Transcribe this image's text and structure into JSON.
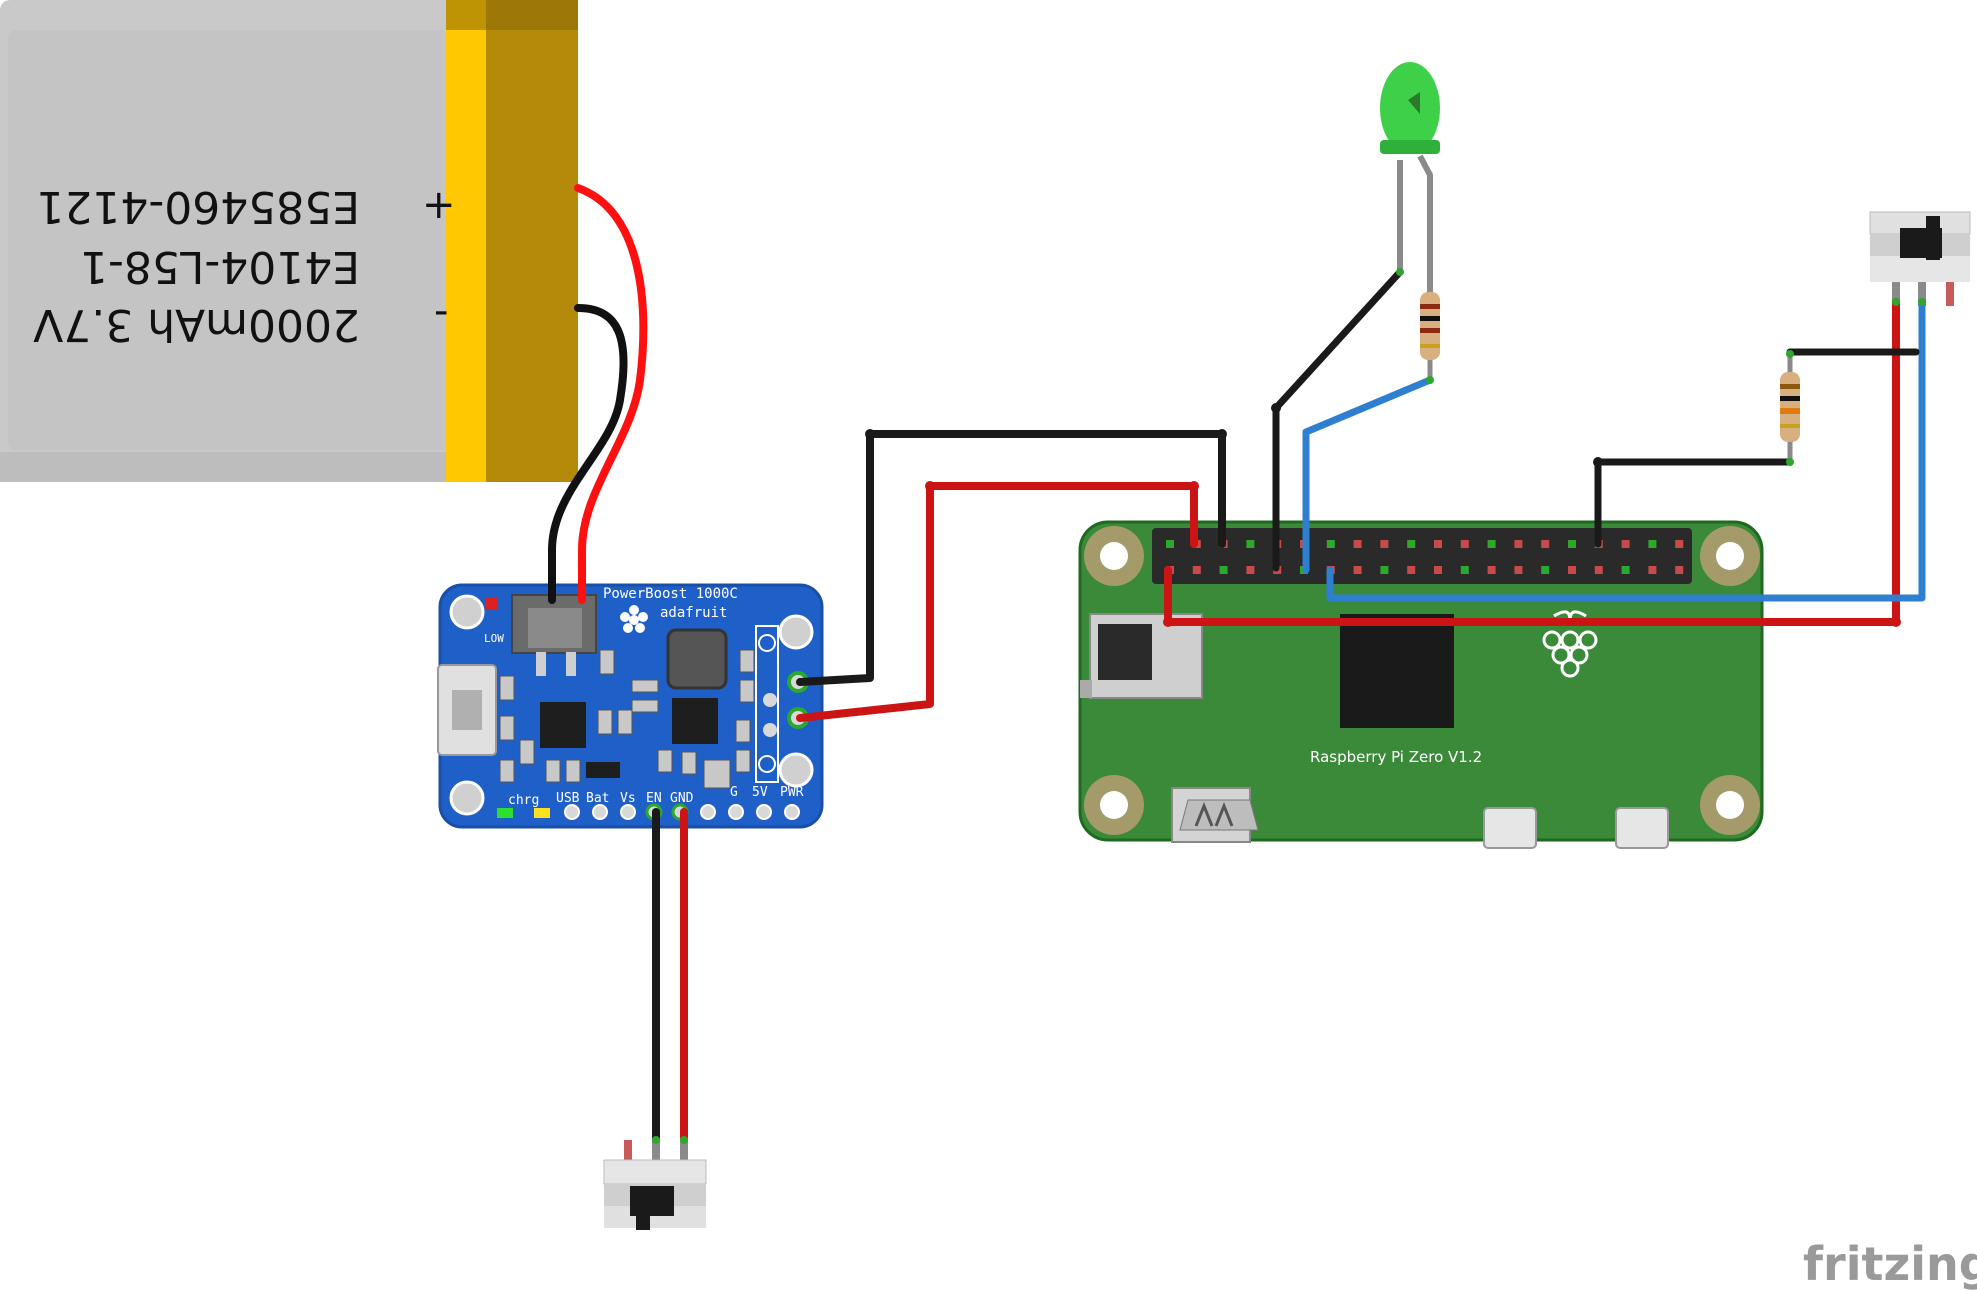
{
  "battery": {
    "line1": "2000mAh 3.7V",
    "line2": "E4104-L58-1",
    "line3": "E585460-4121",
    "plus": "+",
    "minus": "-"
  },
  "powerboost": {
    "title": "PowerBoost 1000C",
    "brand": "adafruit",
    "low_label": "LOW",
    "pins": [
      "chrg",
      "USB",
      "Bat",
      "Vs",
      "EN",
      "GND",
      "G",
      "5V",
      "PWR"
    ]
  },
  "pi": {
    "label": "Raspberry Pi Zero V1.2"
  },
  "watermark": "fritzing",
  "colors": {
    "wire_red": "#cc1414",
    "wire_black": "#1a1a1a",
    "wire_blue": "#2f7fd0",
    "pcb_blue": "#1f5fc8",
    "pcb_green": "#3a8a3a",
    "led_green": "#3fd04a",
    "battery_gold": "#b38a0a"
  }
}
